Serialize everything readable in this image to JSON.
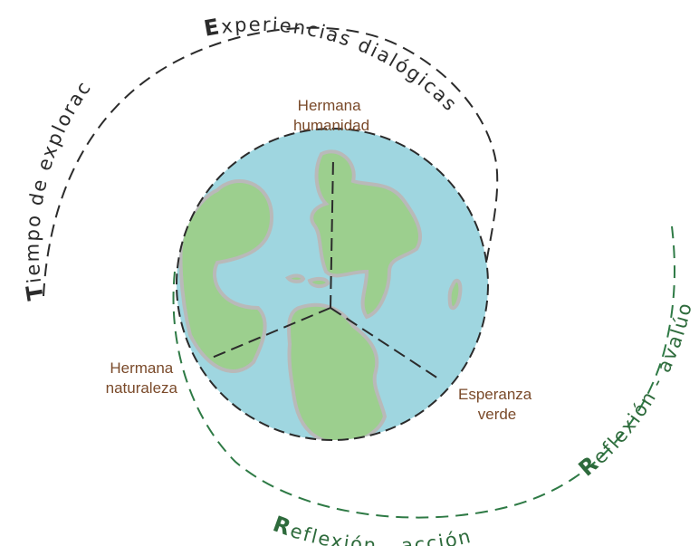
{
  "arcs": {
    "top": {
      "cap": "E",
      "rest": "xperiencias dialógicas"
    },
    "left": {
      "cap": "T",
      "rest": "iempo de exploración"
    },
    "bottom": {
      "cap": "R",
      "rest": "eflexión - acción"
    },
    "right": {
      "cap": "R",
      "rest": "eflexión - avalúo"
    }
  },
  "labels": {
    "humanidad": [
      "Hermana",
      "humanidad"
    ],
    "naturaleza": [
      "Hermana",
      "naturaleza"
    ],
    "esperanza": [
      "Esperanza",
      "verde"
    ]
  },
  "colors": {
    "ocean": "#9fd6e0",
    "land": "#9ccf8e",
    "coast": "#b9b9b9",
    "dark_dash": "#2b2b2b",
    "green_dash": "#2e7a45",
    "label_text": "#7a4a2a"
  }
}
